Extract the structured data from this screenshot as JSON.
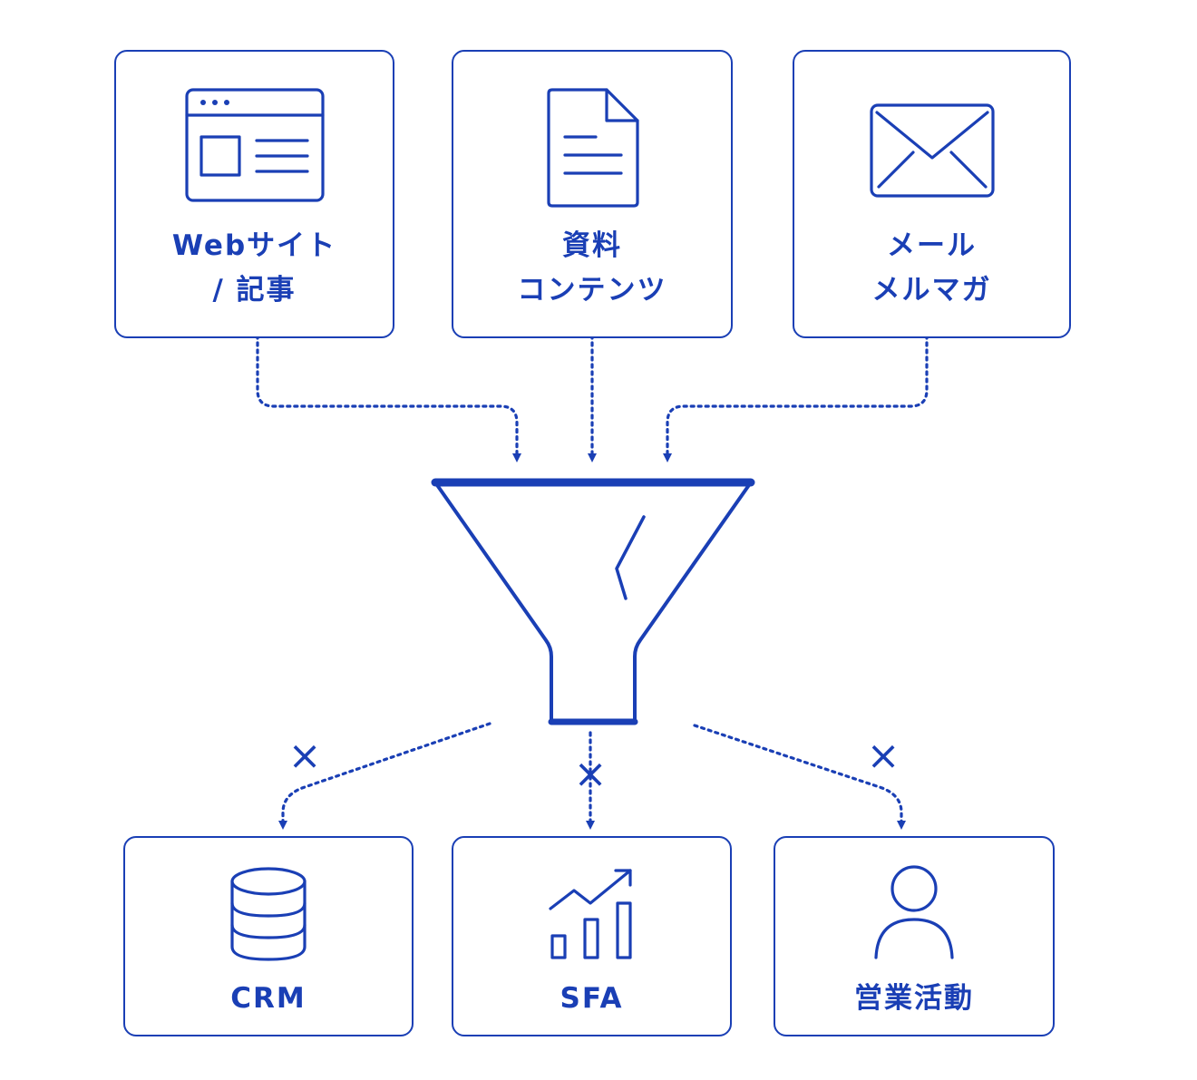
{
  "colors": {
    "primary": "#1a3fb5",
    "background": "#ffffff"
  },
  "sources": [
    {
      "icon": "browser-window-icon",
      "lines": [
        "Webサイト",
        "/ 記事"
      ]
    },
    {
      "icon": "document-icon",
      "lines": [
        "資料",
        "コンテンツ"
      ]
    },
    {
      "icon": "envelope-icon",
      "lines": [
        "メール",
        "メルマガ"
      ]
    }
  ],
  "center": {
    "icon": "funnel-icon"
  },
  "connector_mark": "×",
  "outputs": [
    {
      "icon": "database-icon",
      "label": "CRM"
    },
    {
      "icon": "bar-chart-rising-icon",
      "label": "SFA"
    },
    {
      "icon": "person-icon",
      "label": "営業活動"
    }
  ]
}
